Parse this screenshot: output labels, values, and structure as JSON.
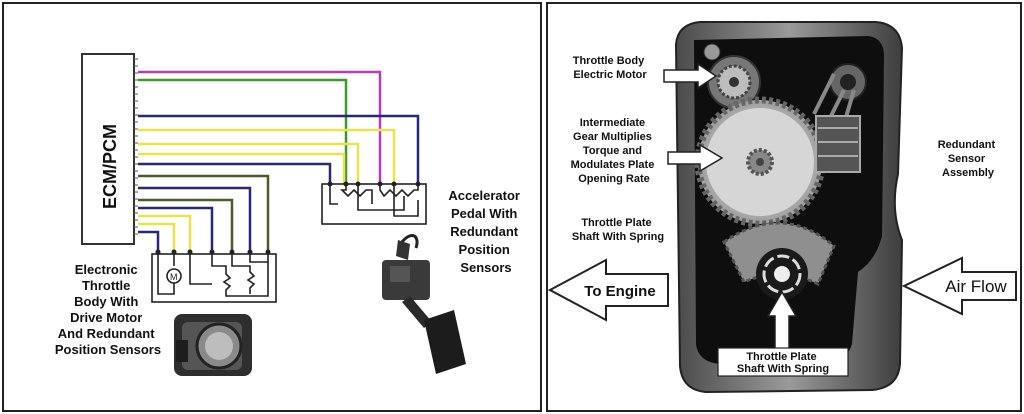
{
  "left_diagram": {
    "ecm_label": "ECM/PCM",
    "throttle_body_label": [
      "Electronic",
      "Throttle",
      "Body With",
      "Drive Motor",
      "And Redundant",
      "Position Sensors"
    ],
    "pedal_label": [
      "Accelerator",
      "Pedal With",
      "Redundant",
      "Position",
      "Sensors"
    ],
    "motor_symbol": "M",
    "wire_colors": {
      "magenta": "#b43cb4",
      "green": "#3c9a28",
      "blue": "#28287a",
      "yellow": "#e8e44a",
      "olive": "#4a5a2a",
      "black": "#222222"
    }
  },
  "right_diagram": {
    "motor_label": [
      "Throttle Body",
      "Electric Motor"
    ],
    "gear_label": [
      "Intermediate",
      "Gear Multiplies",
      "Torque and",
      "Modulates Plate",
      "Opening Rate"
    ],
    "shaft_label_upper": [
      "Throttle Plate",
      "Shaft With Spring"
    ],
    "shaft_label_lower": [
      "Throttle Plate",
      "Shaft With Spring"
    ],
    "sensor_label": [
      "Redundant",
      "Sensor",
      "Assembly"
    ],
    "engine_arrow": "To Engine",
    "airflow_arrow": "Air Flow"
  }
}
